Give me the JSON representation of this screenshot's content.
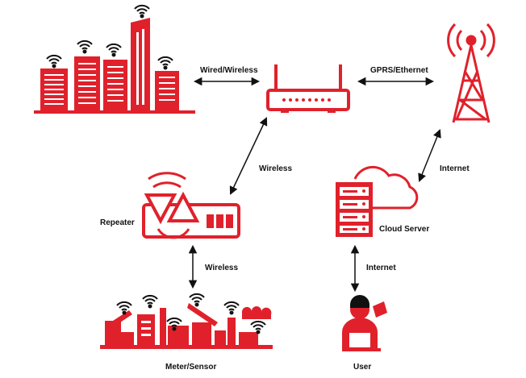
{
  "colors": {
    "accent": "#e0212b",
    "ink": "#111111",
    "background": "#ffffff"
  },
  "nodes": {
    "buildings": {
      "icon": "city-buildings-icon"
    },
    "router": {
      "icon": "router-icon"
    },
    "tower": {
      "icon": "cell-tower-icon"
    },
    "repeater": {
      "label": "Repeater",
      "icon": "repeater-icon"
    },
    "cloud_server": {
      "label": "Cloud Server",
      "icon": "cloud-server-icon"
    },
    "meter_sensor": {
      "label": "Meter/Sensor",
      "icon": "factory-icon"
    },
    "user": {
      "label": "User",
      "icon": "user-laptop-icon"
    }
  },
  "links": {
    "buildings_router": "Wired/Wireless",
    "router_tower": "GPRS/Ethernet",
    "router_repeater": "Wireless",
    "tower_cloud": "Internet",
    "repeater_meter": "Wireless",
    "cloud_user": "Internet"
  }
}
